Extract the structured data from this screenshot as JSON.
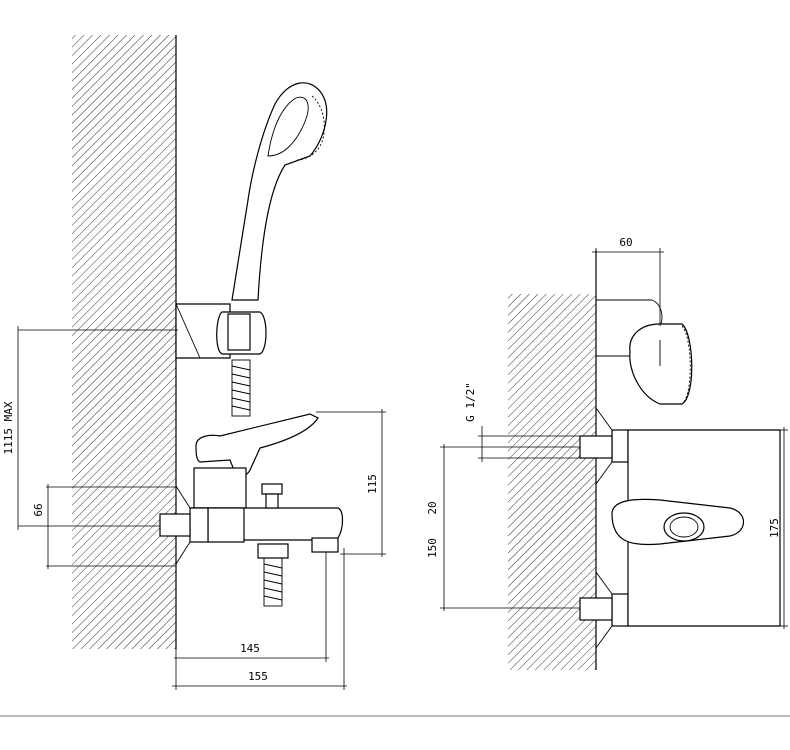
{
  "left_view": {
    "dimensions": {
      "d_1115": "1115 MAX",
      "d_66": "66",
      "d_115": "115",
      "d_145": "145",
      "d_155": "155"
    }
  },
  "right_view": {
    "dimensions": {
      "d_60": "60",
      "d_thread": "G 1/2\"",
      "d_20": "20",
      "d_150": "150",
      "d_175": "175"
    }
  },
  "colors": {
    "line": "#000000",
    "background": "#ffffff"
  }
}
